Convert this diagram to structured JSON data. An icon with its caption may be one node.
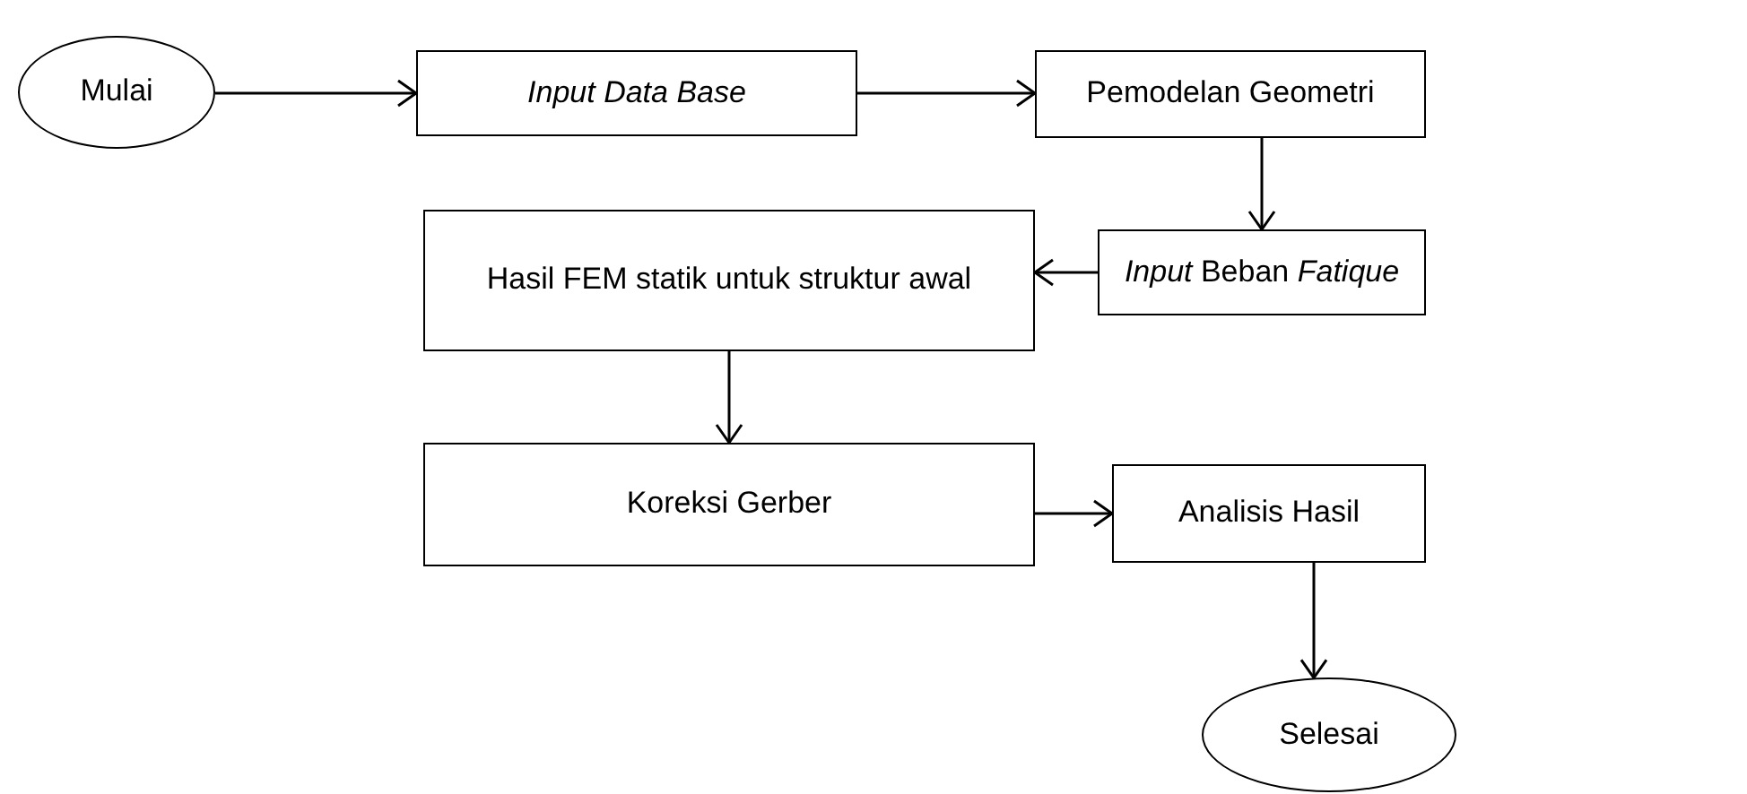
{
  "diagram": {
    "nodes": [
      {
        "text": [
          "Mulai"
        ]
      },
      {
        "text": [
          "*Input Data Base*"
        ]
      },
      {
        "text": [
          "Pemodelan Geometri"
        ]
      },
      {
        "text": [
          "*Input* Beban *Fatique*"
        ]
      },
      {
        "text": [
          "Hasil FEM statik untuk struktur awal"
        ]
      },
      {
        "text": [
          "Koreksi Gerber"
        ]
      },
      {
        "text": [
          "Analisis Hasil"
        ]
      },
      {
        "text": [
          "Selesai"
        ]
      }
    ],
    "edges": [
      {
        "from": 0,
        "to": 1,
        "arrow": "to"
      },
      {
        "from": 1,
        "to": 2,
        "arrow": "to"
      },
      {
        "from": 2,
        "to": 3,
        "arrow": "to"
      },
      {
        "from": 3,
        "to": 4,
        "arrow": "to"
      },
      {
        "from": 4,
        "to": 5,
        "arrow": "to"
      },
      {
        "from": 5,
        "to": 6,
        "arrow": "to"
      },
      {
        "from": 6,
        "to": 7,
        "arrow": "to"
      }
    ]
  }
}
